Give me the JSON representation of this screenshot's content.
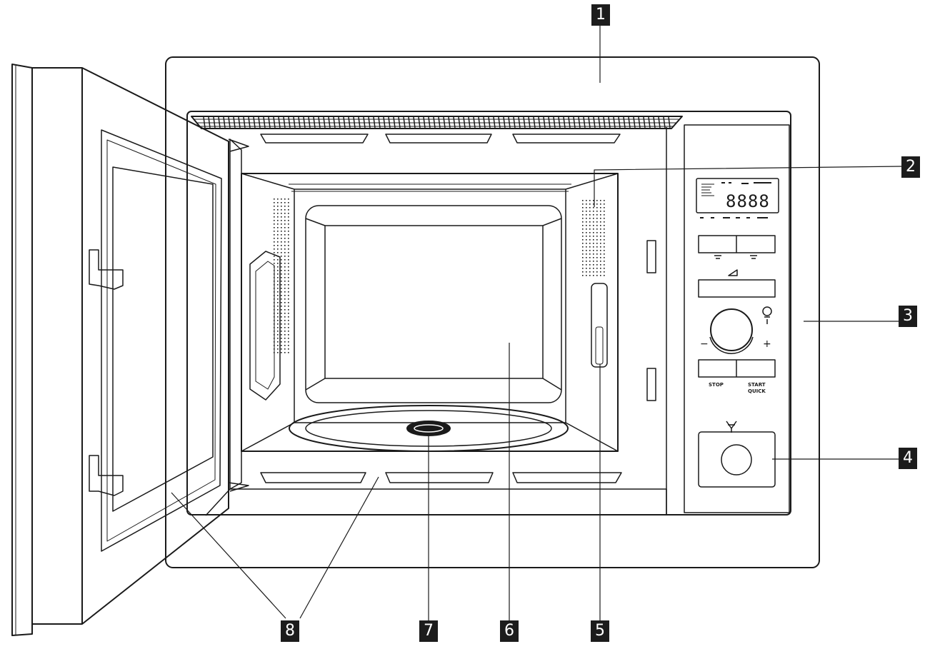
{
  "callouts": [
    {
      "id": "1",
      "label": "1"
    },
    {
      "id": "2",
      "label": "2"
    },
    {
      "id": "3",
      "label": "3"
    },
    {
      "id": "4",
      "label": "4"
    },
    {
      "id": "5",
      "label": "5"
    },
    {
      "id": "6",
      "label": "6"
    },
    {
      "id": "7",
      "label": "7"
    },
    {
      "id": "8",
      "label": "8"
    }
  ],
  "control_panel": {
    "display_digits": "8888",
    "stop_label": "STOP",
    "start_label_1": "START",
    "start_label_2": "QUICK",
    "minus_sign": "−",
    "plus_sign": "+"
  },
  "colors": {
    "line": "#1a1a1a",
    "callout_bg": "#1c1c1c",
    "callout_text": "#ffffff"
  }
}
